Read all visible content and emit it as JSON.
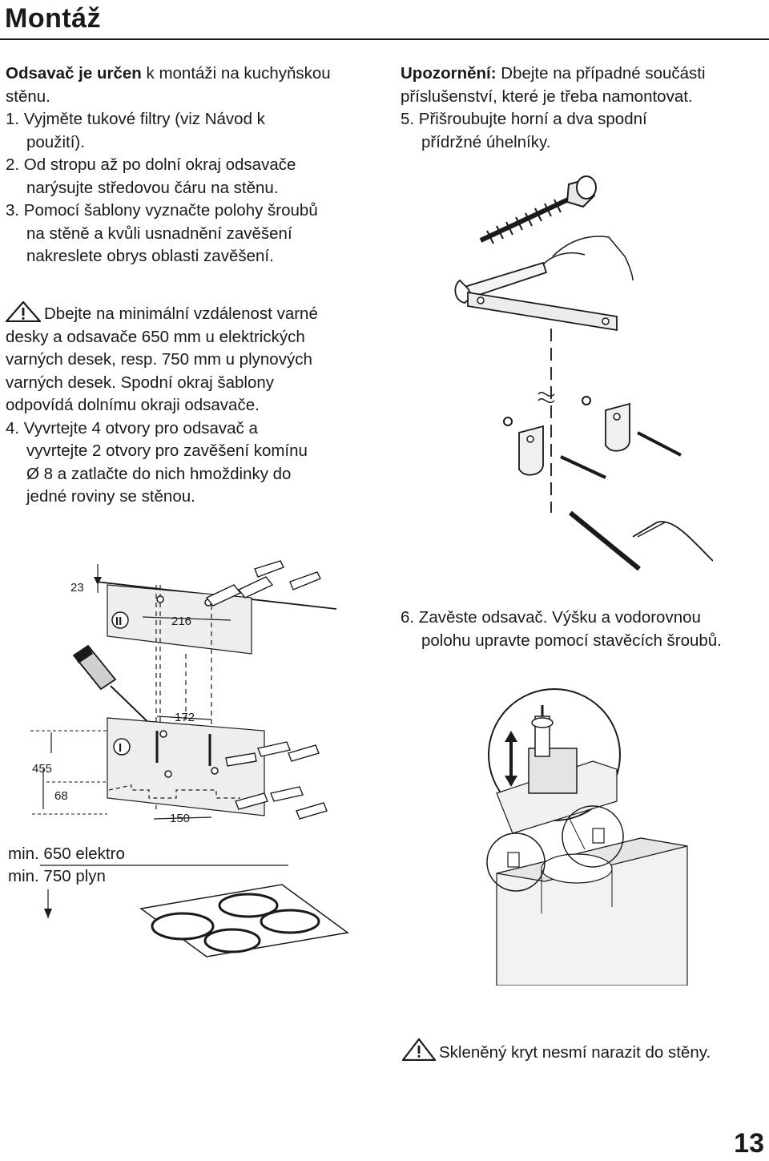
{
  "header": {
    "title": "Montáž"
  },
  "left_column": {
    "intro_bold": "Odsavač je určen",
    "intro_rest": " k montáži na kuchyňskou stěnu.",
    "step1": "1. Vyjměte tukové filtry (viz Návod k",
    "step1b": "použití).",
    "step2": "2. Od stropu až po dolní okraj odsavače",
    "step2b": "narýsujte středovou čáru na stěnu.",
    "step3": "3. Pomocí šablony vyznačte polohy šroubů",
    "step3b": "na stěně a kvůli usnadnění zavěšení",
    "step3c": "nakreslete obrys oblasti zavěšení.",
    "warning_lines": [
      "Dbejte na minimální vzdálenost varné",
      "desky a odsavače 650 mm u elektrických",
      "varných desek, resp. 750 mm u plynových",
      "varných desek. Spodní okraj šablony",
      "odpovídá dolnímu okraji odsavače."
    ],
    "step4": "4. Vyvrtejte 4 otvory pro odsavač a",
    "step4b": "vyvrtejte 2 otvory pro zavěšení komínu",
    "step4c": "Ø 8 a zatlačte do nich hmoždinky do",
    "step4d": "jedné roviny se stěnou."
  },
  "right_column": {
    "notice_label": "Upozornění:",
    "notice_text": " Dbejte na případné součásti",
    "notice_text2": "příslušenství, které je třeba namontovat.",
    "step5": "5. Přišroubujte horní a dva spodní",
    "step5b": "přídržné úhelníky.",
    "step6": "6. Zavěste odsavač. Výšku a vodorovnou",
    "step6b": "polohu upravte pomocí stavěcích šroubů.",
    "bottom_warning": "Skleněný kryt nesmí narazit do stěny."
  },
  "diagram": {
    "dim_23": "23",
    "dim_216": "216",
    "dim_172": "172",
    "dim_455": "455",
    "dim_68": "68",
    "dim_150": "150",
    "template_mark_top": "II",
    "template_mark_bottom": "I",
    "min_electric": "min. 650 elektro",
    "min_gas": "min. 750 plyn"
  },
  "footer": {
    "page_number": "13"
  }
}
